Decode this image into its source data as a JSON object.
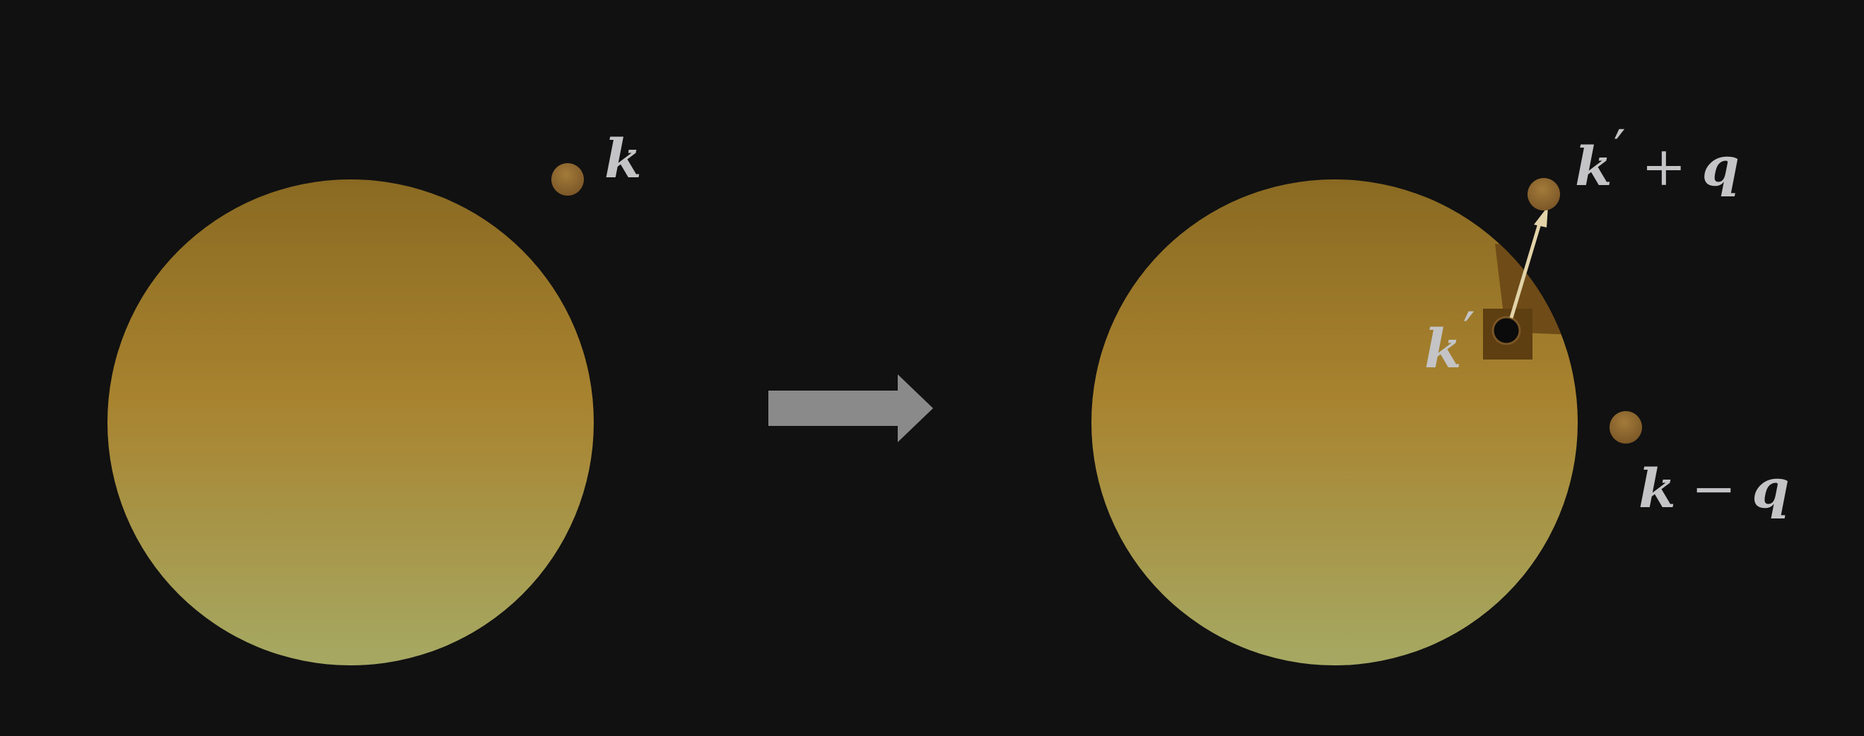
{
  "colors": {
    "background": "#111112",
    "sphere_top": "#8a6a22",
    "sphere_mid": "#a8832f",
    "sphere_bottom": "#a6a963",
    "particle": "#8e6630",
    "arrow": "#8a8a8a",
    "label": "#c4c4c6",
    "hole": "#0b0b0b",
    "hole_patch": "#5e3f12",
    "wedge": "#6e4b17",
    "scatter_arrow": "#e2d3a8"
  },
  "left_panel": {
    "particle_label": {
      "symbol": "k",
      "prime": "",
      "operator": "",
      "second": ""
    }
  },
  "right_panel": {
    "hole_label": {
      "symbol": "k",
      "prime": "′",
      "operator": "",
      "second": ""
    },
    "excited_label": {
      "symbol": "k",
      "prime": "′",
      "operator": "+",
      "second": "q"
    },
    "scattered_label": {
      "symbol": "k",
      "prime": "",
      "operator": "−",
      "second": "q"
    }
  },
  "transition_arrow_icon": "right-arrow-icon"
}
